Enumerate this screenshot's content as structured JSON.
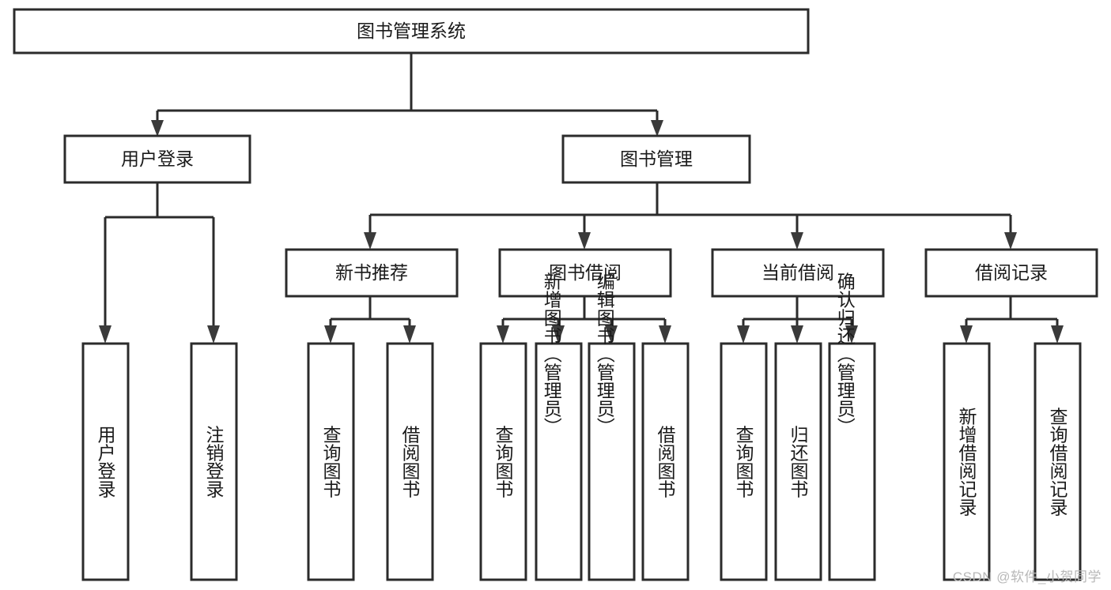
{
  "diagram": {
    "type": "tree-flowchart",
    "title": "图书管理系统",
    "watermark": "CSDN @软件_小贺同学",
    "colors": {
      "background": "#ffffff",
      "box_fill": "#ffffff",
      "box_stroke": "#2b2b2b",
      "text": "#1a1a1a",
      "watermark": "#b8b8b8"
    },
    "root": {
      "label": "图书管理系统"
    },
    "level2": [
      {
        "label": "用户登录"
      },
      {
        "label": "图书管理"
      }
    ],
    "level3": [
      {
        "label": "新书推荐"
      },
      {
        "label": "图书借阅"
      },
      {
        "label": "当前借阅"
      },
      {
        "label": "借阅记录"
      }
    ],
    "leaves": {
      "user_login": [
        {
          "label": "用户登录"
        },
        {
          "label": "注销登录"
        }
      ],
      "new_book": [
        {
          "label": "查询图书"
        },
        {
          "label": "借阅图书"
        }
      ],
      "book_borrow": [
        {
          "label": "查询图书"
        },
        {
          "label": "新增图书（管理员）"
        },
        {
          "label": "编辑图书（管理员）"
        },
        {
          "label": "借阅图书"
        }
      ],
      "current_borrow": [
        {
          "label": "查询图书"
        },
        {
          "label": "归还图书"
        },
        {
          "label": "确认归还（管理员）"
        }
      ],
      "borrow_record": [
        {
          "label": "新增借阅记录"
        },
        {
          "label": "查询借阅记录"
        }
      ]
    }
  }
}
